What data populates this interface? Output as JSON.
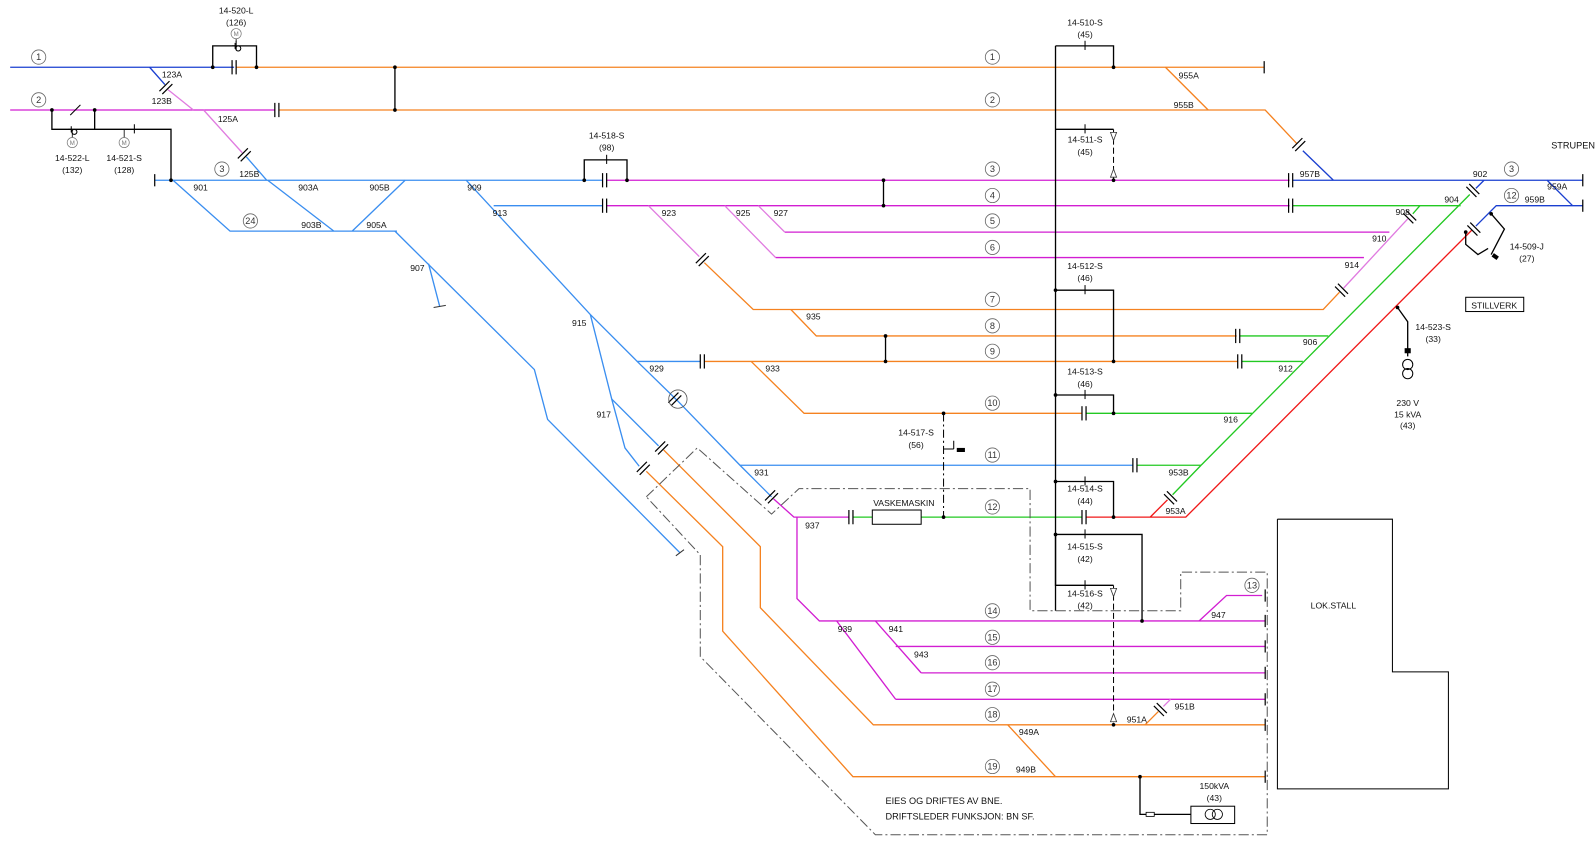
{
  "colors": {
    "feeder_blue": "#1a3fd0",
    "section_blue": "#3a8ef0",
    "orange": "#f58220",
    "magenta": "#d21ed2",
    "pink": "#e07be0",
    "green": "#22c922",
    "red": "#f01818",
    "black": "#000000",
    "gray": "#555555"
  },
  "track_numbers": {
    "1": "1",
    "2": "2",
    "3": "3",
    "4": "4",
    "5": "5",
    "6": "6",
    "7": "7",
    "8": "8",
    "9": "9",
    "10": "10",
    "11": "11",
    "12": "12",
    "13": "13",
    "14": "14",
    "15": "15",
    "16": "16",
    "17": "17",
    "18": "18",
    "19": "19",
    "24": "24"
  },
  "switches": {
    "123A": "123A",
    "123B": "123B",
    "125A": "125A",
    "125B": "125B",
    "901": "901",
    "902": "902",
    "903A": "903A",
    "903B": "903B",
    "904": "904",
    "905A": "905A",
    "905B": "905B",
    "906": "906",
    "907": "907",
    "908": "908",
    "909": "909",
    "910": "910",
    "912": "912",
    "913": "913",
    "914": "914",
    "915": "915",
    "916": "916",
    "917": "917",
    "923": "923",
    "925": "925",
    "927": "927",
    "929": "929",
    "931": "931",
    "933": "933",
    "935": "935",
    "937": "937",
    "939": "939",
    "941": "941",
    "943": "943",
    "947": "947",
    "949A": "949A",
    "949B": "949B",
    "951A": "951A",
    "951B": "951B",
    "953A": "953A",
    "953B": "953B",
    "955A": "955A",
    "955B": "955B",
    "957B": "957B",
    "959A": "959A",
    "959B": "959B"
  },
  "disconnectors": {
    "d520": {
      "id": "14-520-L",
      "num": "(126)"
    },
    "d522": {
      "id": "14-522-L",
      "num": "(132)"
    },
    "d521": {
      "id": "14-521-S",
      "num": "(128)"
    },
    "d518": {
      "id": "14-518-S",
      "num": "(98)"
    },
    "d510": {
      "id": "14-510-S",
      "num": "(45)"
    },
    "d511": {
      "id": "14-511-S",
      "num": "(45)"
    },
    "d512": {
      "id": "14-512-S",
      "num": "(46)"
    },
    "d513": {
      "id": "14-513-S",
      "num": "(46)"
    },
    "d514": {
      "id": "14-514-S",
      "num": "(44)"
    },
    "d515": {
      "id": "14-515-S",
      "num": "(42)"
    },
    "d516": {
      "id": "14-516-S",
      "num": "(42)"
    },
    "d517": {
      "id": "14-517-S",
      "num": "(56)"
    },
    "d509": {
      "id": "14-509-J",
      "num": "(27)"
    },
    "d523": {
      "id": "14-523-S",
      "num": "(33)"
    }
  },
  "motor_symbol": "M",
  "labels": {
    "strupen": "STRUPEN",
    "stillverk": "STILLVERK",
    "vaskemaskin": "VASKEMASKIN",
    "lokstall": "LOK.STALL",
    "note_owner": "EIES OG DRIFTES AV BNE.",
    "note_operator": "DRIFTSLEDER FUNKSJON: BN SF."
  },
  "transformer_main": {
    "rating": "150kVA",
    "num": "(43)"
  },
  "transformer_small": {
    "voltage": "230 V",
    "rating": "15 kVA",
    "num": "(43)"
  }
}
